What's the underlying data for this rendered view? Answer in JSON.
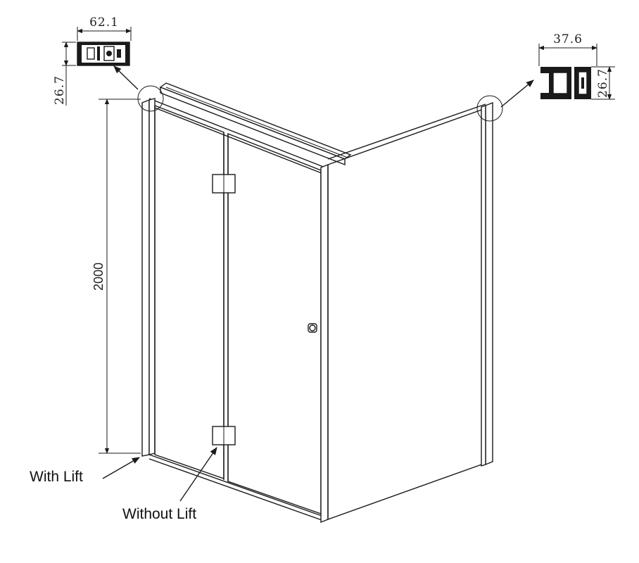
{
  "dimensions": {
    "profile_left_width": "62.1",
    "profile_left_height": "26.7",
    "profile_right_width": "37.6",
    "profile_right_height": "26.7",
    "door_height": "2000"
  },
  "labels": {
    "with_lift": "With Lift",
    "without_lift": "Without Lift"
  }
}
